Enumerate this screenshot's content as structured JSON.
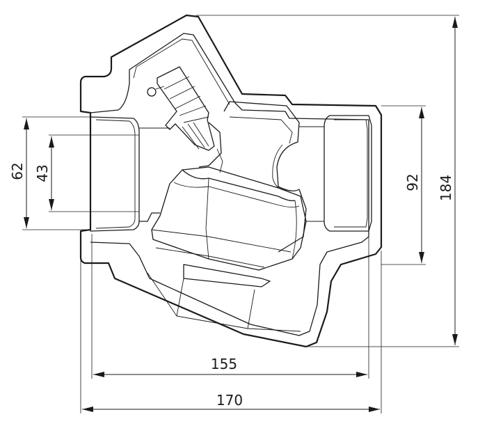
{
  "drawing": {
    "dimensions": {
      "inner_bore_diameter": "43",
      "outer_port_diameter": "62",
      "right_port_height": "92",
      "overall_height": "184",
      "flange_width": "155",
      "overall_width": "170"
    }
  }
}
